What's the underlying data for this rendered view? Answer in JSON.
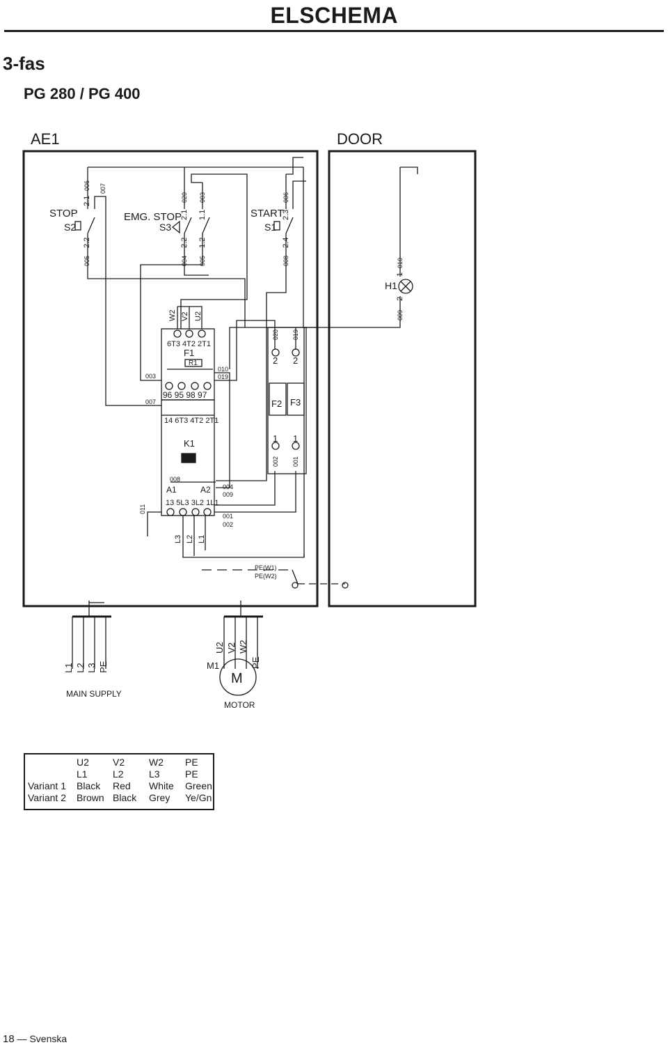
{
  "header": {
    "title": "ELSCHEMA"
  },
  "section_title": "3-fas",
  "model_title": "PG 280 / PG 400",
  "boxes": {
    "ae1": "AE1",
    "door": "DOOR"
  },
  "switches": {
    "stop": {
      "name": "STOP",
      "ref": "S2",
      "pins": [
        "2.1",
        "2.2"
      ],
      "wires": [
        "006",
        "007",
        "005"
      ]
    },
    "emg_stop": {
      "name": "EMG. STOP",
      "ref": "S3",
      "pins": [
        "2.1",
        "2.2",
        "1.1",
        "1.2"
      ],
      "wires": [
        "020",
        "003",
        "004",
        "005"
      ]
    },
    "start": {
      "name": "START",
      "ref": "S1",
      "pins": [
        "2.3",
        "2.4"
      ],
      "wires": [
        "006",
        "008"
      ]
    }
  },
  "lamp": {
    "ref": "H1",
    "pins": [
      "1",
      "2"
    ],
    "wires": [
      "010",
      "009"
    ]
  },
  "contactor": {
    "motor_terms": [
      "W2",
      "V2",
      "U2"
    ],
    "f1_top": "6T3 4T2 2T1",
    "f1_name": "F1",
    "f1_button": "R1",
    "f1_out_wires": [
      "010",
      "019"
    ],
    "f1_in_wires": [
      "003",
      "007"
    ],
    "f1_aux": "96  95   98 97",
    "k1_top": "14 6T3 4T2 2T1",
    "k1_name": "K1",
    "coil_wire": "008",
    "coil_a1": "A1",
    "coil_a2": "A2",
    "coil_wires": [
      "004",
      "009"
    ],
    "k1_bottom": "13 5L3 3L2 1L1",
    "k1_bottom_wires": [
      "001",
      "002"
    ],
    "k1_left_wire": "011",
    "supply_terms": [
      "L3",
      "L2",
      "L1"
    ]
  },
  "fuses": {
    "f2": {
      "name": "F2",
      "top": "2",
      "bottom": "1",
      "wire_top": "020",
      "wire_bottom": "002"
    },
    "f3": {
      "name": "F3",
      "top": "2",
      "bottom": "1",
      "wire_top": "019",
      "wire_bottom": "001"
    }
  },
  "earth": {
    "pe1": "PE(W1)",
    "pe2": "PE(W2)"
  },
  "main_supply": {
    "label": "MAIN SUPPLY",
    "terms": [
      "L1",
      "L2",
      "L3",
      "PE"
    ]
  },
  "motor": {
    "ref": "M1",
    "symbol": "M",
    "label": "MOTOR",
    "terms": [
      "U2",
      "V2",
      "W2",
      "PE"
    ]
  },
  "legend": {
    "rows": [
      {
        "label": "",
        "cells": [
          "U2",
          "V2",
          "W2",
          "PE"
        ]
      },
      {
        "label": "",
        "cells": [
          "L1",
          "L2",
          "L3",
          "PE"
        ]
      },
      {
        "label": "Variant 1",
        "cells": [
          "Black",
          "Red",
          "White",
          "Green"
        ]
      },
      {
        "label": "Variant 2",
        "cells": [
          "Brown",
          "Black",
          "Grey",
          "Ye/Gn"
        ]
      }
    ]
  },
  "footer": {
    "page": "18",
    "language": "Svenska"
  }
}
